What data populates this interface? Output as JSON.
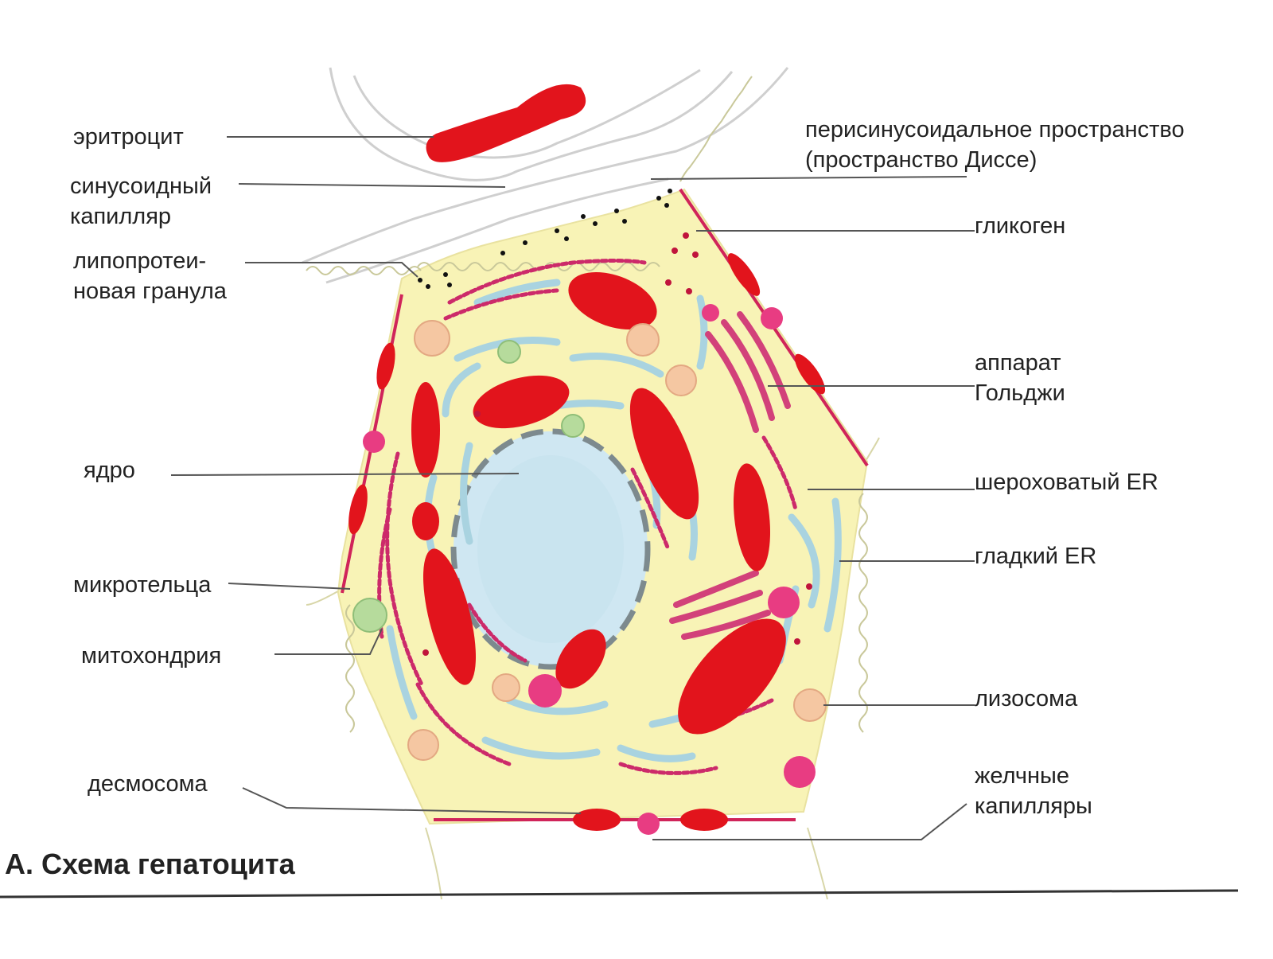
{
  "labels": {
    "erythrocyte": "эритроцит",
    "sinusoid_line1": "синусоидный",
    "sinusoid_line2": "капилляр",
    "lipoprotein_line1": "липопротеи-",
    "lipoprotein_line2": "новая гранула",
    "nucleus": "ядро",
    "microbody": "микротельца",
    "mitochondrion": "митохондрия",
    "desmosome": "десмосома",
    "disse_line1": "перисинусоидальное пространство",
    "disse_line2": "(пространство Диссе)",
    "glycogen": "гликоген",
    "golgi_line1": "аппарат",
    "golgi_line2": "Гольджи",
    "rough_er": "шероховатый ER",
    "smooth_er": "гладкий ER",
    "lysosome": "лизосома",
    "bile_line1": "желчные",
    "bile_line2": "капилляры"
  },
  "caption": "А. Схема гепатоцита",
  "colors": {
    "cytoplasm": "#f8f3b6",
    "mitochondrion": "#e2141c",
    "nucleus": "#cfe7f2",
    "er_blue": "#a9d3e0",
    "rough_er": "#cc2a6a",
    "golgi": "#d2417a",
    "lysosome": "#f5c7a2",
    "microbody": "#b6db9c",
    "vesicle": "#e83c82"
  }
}
